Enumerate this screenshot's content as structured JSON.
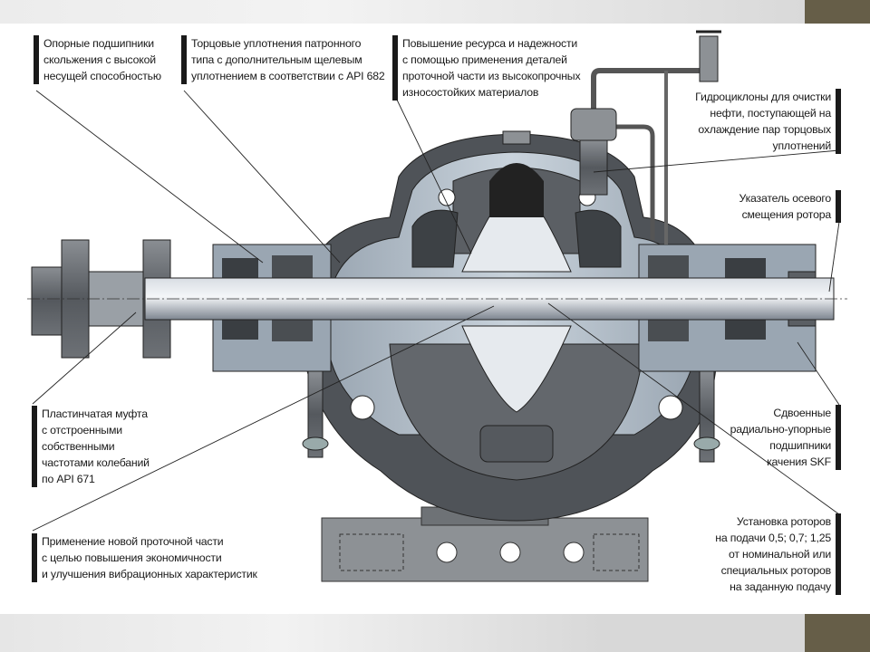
{
  "slide": {
    "accent_color": "#665e48",
    "labels": {
      "bearings_sliding": [
        "Опорные подшипники",
        "скольжения с высокой",
        "несущей способностью"
      ],
      "mech_seals": [
        "Торцовые уплотнения патронного",
        "типа с дополнительным щелевым",
        "уплотнением в соответствии с API 682"
      ],
      "reliability": [
        "Повышение ресурса и надежности",
        "с помощью применения деталей",
        "проточной части из высокопрочных",
        "износостойких материалов"
      ],
      "hydrocyclones": [
        "Гидроциклоны для очистки",
        "нефти, поступающей на",
        "охлаждение пар торцовых",
        "уплотнений"
      ],
      "axial_indicator": [
        "Указатель осевого",
        "смещения ротора"
      ],
      "coupling": [
        "Пластинчатая муфта",
        "с отстроенными",
        "собственными",
        "частотами колебаний",
        "по API 671"
      ],
      "flow_part": [
        "Применение новой проточной части",
        "с целью повышения экономичности",
        "и улучшения вибрационных характеристик"
      ],
      "skf_bearings": [
        "Сдвоенные",
        "радиально-упорные",
        "подшипники",
        "качения SKF"
      ],
      "rotors": [
        "Установка роторов",
        "на подачи 0,5; 0,7; 1,25",
        "от номинальной или",
        "специальных роторов",
        "на заданную подачу"
      ]
    }
  }
}
